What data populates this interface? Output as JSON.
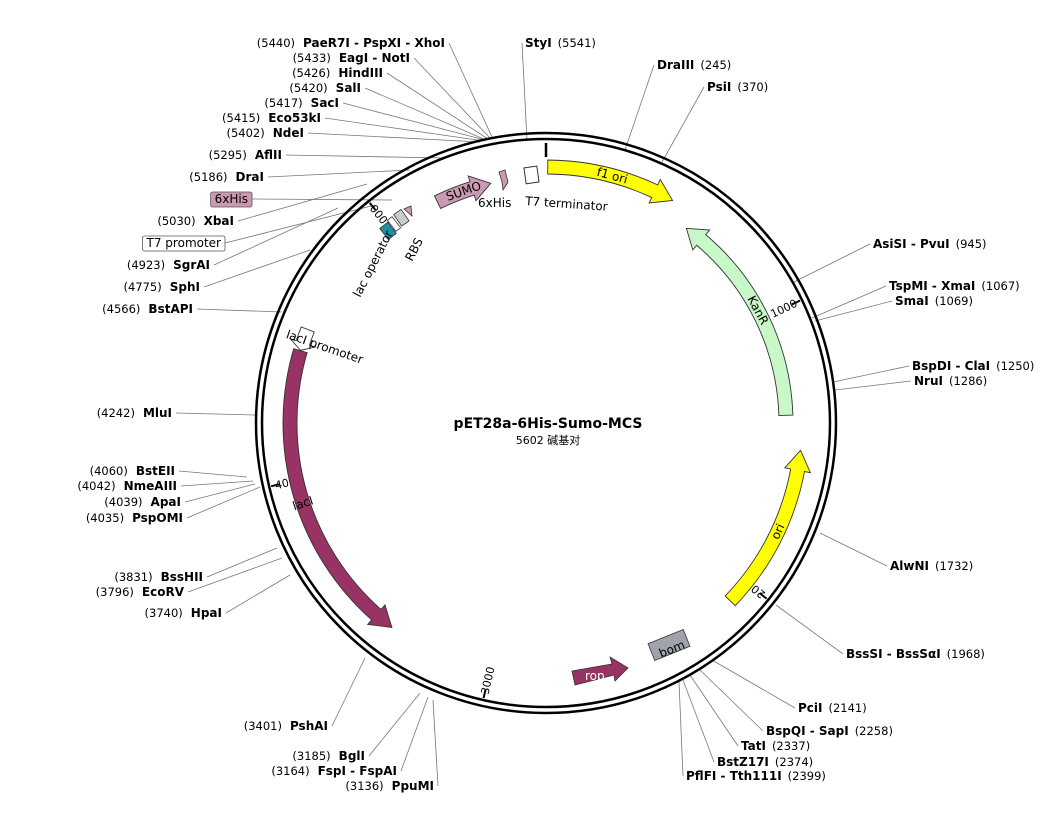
{
  "plasmid": {
    "name": "pET28a-6His-Sumo-MCS",
    "size_label": "5602 碱基对",
    "length_bp": 5602
  },
  "colors": {
    "f1_ori": "#ffff00",
    "ori": "#ffff00",
    "kanr": "#c8f7c8",
    "laci": "#993366",
    "rop": "#993366",
    "sumo": "#cc99b2",
    "his": "#cc99b2",
    "lac_operator": "#1f8fa8",
    "rbs": "#cccccc",
    "bom": "#a0a4aa",
    "ring": "#000000"
  },
  "ticks": [
    {
      "bp": 1000,
      "label": "1000"
    },
    {
      "bp": 2000,
      "label": "2000"
    },
    {
      "bp": 3000,
      "label": "3000"
    },
    {
      "bp": 4000,
      "label": "4000"
    },
    {
      "bp": 5000,
      "label": "5000"
    }
  ],
  "features": [
    {
      "id": "f1-ori",
      "label": "f1 ori",
      "start": 6,
      "end": 461,
      "dir": 1,
      "color": "#ffff00",
      "label_inside": true
    },
    {
      "id": "kanr",
      "label": "KanR",
      "start": 557,
      "end": 1372,
      "dir": -1,
      "color": "#c8f7c8",
      "label_inside": true
    },
    {
      "id": "ori",
      "label": "ori",
      "start": 1496,
      "end": 2085,
      "dir": -1,
      "color": "#ffff00",
      "label_inside": true
    },
    {
      "id": "laci",
      "label": "lacI",
      "start": 3377,
      "end": 4457,
      "dir": -1,
      "color": "#993366",
      "label_inside": true
    },
    {
      "id": "laci-promoter",
      "label": "lacI promoter",
      "start": 4458,
      "end": 4535,
      "dir": -1,
      "color": "#ffffff",
      "label_inside": false
    },
    {
      "id": "sumo",
      "label": "SUMO",
      "start": 5195,
      "end": 5400,
      "dir": 1,
      "color": "#cc99b2",
      "label_inside": true
    },
    {
      "id": "his",
      "label": "6xHis",
      "start": 5418,
      "end": 5437,
      "dir": 1,
      "color": "#cc99b2",
      "label_inside": false
    },
    {
      "id": "t7-terminator",
      "label": "T7 terminator",
      "start": 5545,
      "end": 5590,
      "dir": 0,
      "color": "#ffffff",
      "label_inside": false
    }
  ],
  "small_features": {
    "lac_operator": "lac operator",
    "rbs": "RBS",
    "rop": "rop",
    "bom": "bom"
  },
  "sites": [
    {
      "name": "PaeR7I - PspXI - XhoI",
      "pos": "(5440)"
    },
    {
      "name": "EagI - NotI",
      "pos": "(5433)"
    },
    {
      "name": "HindIII",
      "pos": "(5426)"
    },
    {
      "name": "SalI",
      "pos": "(5420)"
    },
    {
      "name": "SacI",
      "pos": "(5417)"
    },
    {
      "name": "Eco53kI",
      "pos": "(5415)"
    },
    {
      "name": "NdeI",
      "pos": "(5402)"
    },
    {
      "name": "AflII",
      "pos": "(5295)"
    },
    {
      "name": "DraI",
      "pos": "(5186)"
    },
    {
      "name": "6xHis",
      "pos": ""
    },
    {
      "name": "XbaI",
      "pos": "(5030)"
    },
    {
      "name": "T7 promoter",
      "pos": ""
    },
    {
      "name": "SgrAI",
      "pos": "(4923)"
    },
    {
      "name": "SphI",
      "pos": "(4775)"
    },
    {
      "name": "BstAPI",
      "pos": "(4566)"
    },
    {
      "name": "MluI",
      "pos": "(4242)"
    },
    {
      "name": "BstEII",
      "pos": "(4060)"
    },
    {
      "name": "NmeAIII",
      "pos": "(4042)"
    },
    {
      "name": "ApaI",
      "pos": "(4039)"
    },
    {
      "name": "PspOMI",
      "pos": "(4035)"
    },
    {
      "name": "BssHII",
      "pos": "(3831)"
    },
    {
      "name": "EcoRV",
      "pos": "(3796)"
    },
    {
      "name": "HpaI",
      "pos": "(3740)"
    },
    {
      "name": "PshAI",
      "pos": "(3401)"
    },
    {
      "name": "BglI",
      "pos": "(3185)"
    },
    {
      "name": "FspI - FspAI",
      "pos": "(3164)"
    },
    {
      "name": "PpuMI",
      "pos": "(3136)"
    },
    {
      "name": "StyI",
      "pos": "(5541)"
    },
    {
      "name": "DraIII",
      "pos": "(245)"
    },
    {
      "name": "PsiI",
      "pos": "(370)"
    },
    {
      "name": "AsiSI - PvuI",
      "pos": "(945)"
    },
    {
      "name": "TspMI - XmaI",
      "pos": "(1067)"
    },
    {
      "name": "SmaI",
      "pos": "(1069)"
    },
    {
      "name": "BspDI - ClaI",
      "pos": "(1250)"
    },
    {
      "name": "NruI",
      "pos": "(1286)"
    },
    {
      "name": "AlwNI",
      "pos": "(1732)"
    },
    {
      "name": "BssSI - BssSαI",
      "pos": "(1968)"
    },
    {
      "name": "PciI",
      "pos": "(2141)"
    },
    {
      "name": "BspQI - SapI",
      "pos": "(2258)"
    },
    {
      "name": "TatI",
      "pos": "(2337)"
    },
    {
      "name": "BstZ17I",
      "pos": "(2374)"
    },
    {
      "name": "PflFI - Tth111I",
      "pos": "(2399)"
    }
  ]
}
